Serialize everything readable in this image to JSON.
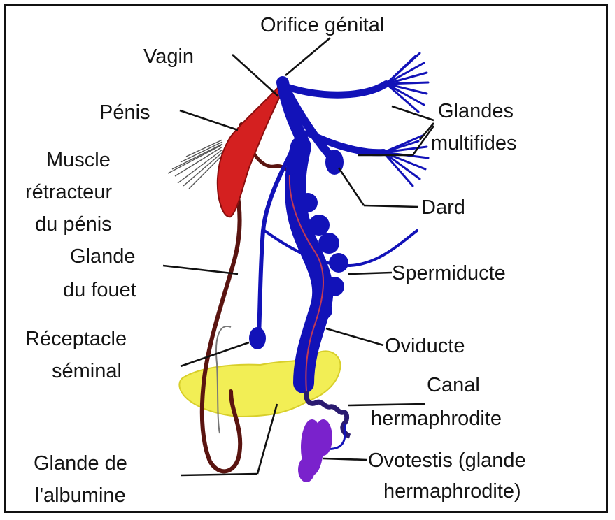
{
  "colors": {
    "blue": "#1212b8",
    "red": "#d42020",
    "yellow": "#f2ee55",
    "purple": "#7a22cc",
    "brown": "#5a1410",
    "text": "#141414"
  },
  "labels": {
    "orifice_genital": "Orifice génital",
    "vagin": "Vagin",
    "penis": "Pénis",
    "muscle_1": "Muscle",
    "muscle_2": "rétracteur",
    "muscle_3": "du pénis",
    "glande_fouet_1": "Glande",
    "glande_fouet_2": "du fouet",
    "receptacle_1": "Réceptacle",
    "receptacle_2": "séminal",
    "glande_albumine_1": "Glande de",
    "glande_albumine_2": "l'albumine",
    "glandes_multifides_1": "Glandes",
    "glandes_multifides_2": "multifides",
    "dard": "Dard",
    "spermiducte": "Spermiducte",
    "oviducte": "Oviducte",
    "canal_1": "Canal",
    "canal_2": "hermaphrodite",
    "ovotestis_1": "Ovotestis (glande",
    "ovotestis_2": "hermaphrodite)"
  }
}
